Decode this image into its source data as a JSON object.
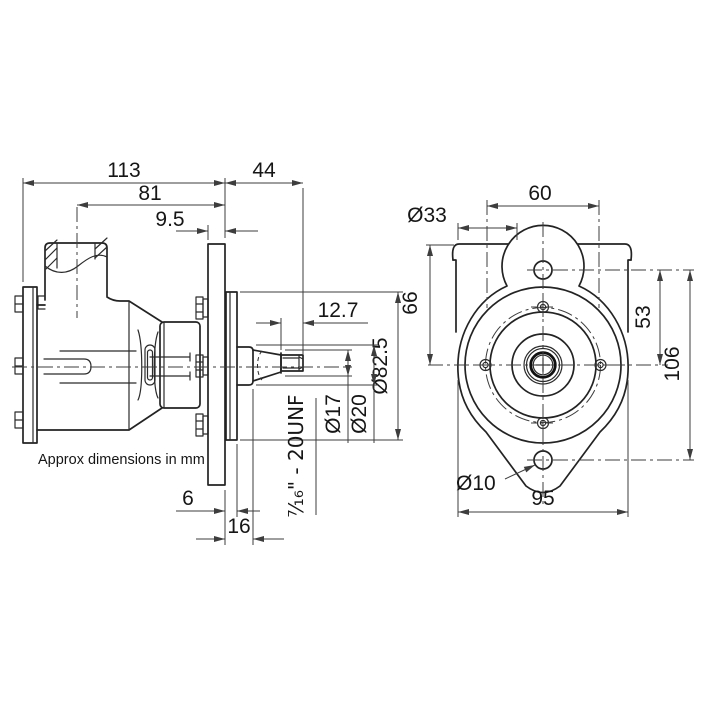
{
  "drawing": {
    "note": "Approx dimensions in mm",
    "units": "mm",
    "line_color": "#232323",
    "dim_color": "#3d3d3d",
    "background": "#ffffff",
    "side_view": {
      "overall_length": "113",
      "body_length": "81",
      "flange_thickness": "9.5",
      "shaft_extension": "44",
      "thread_length": "12.7",
      "pilot_diameter": "Ø82.5",
      "taper_small_diameter": "Ø17",
      "taper_large_diameter": "Ø20",
      "flange_to_body": "6",
      "flange_to_hub": "16",
      "thread_spec": "⁷⁄₁₆\" - 20UNF"
    },
    "front_view": {
      "port_spacing": "60",
      "port_diameter": "Ø33",
      "port_height": "66",
      "hole_to_center": "53",
      "hole_spacing": "106",
      "mount_hole_diameter": "Ø10",
      "flange_width": "95"
    }
  }
}
